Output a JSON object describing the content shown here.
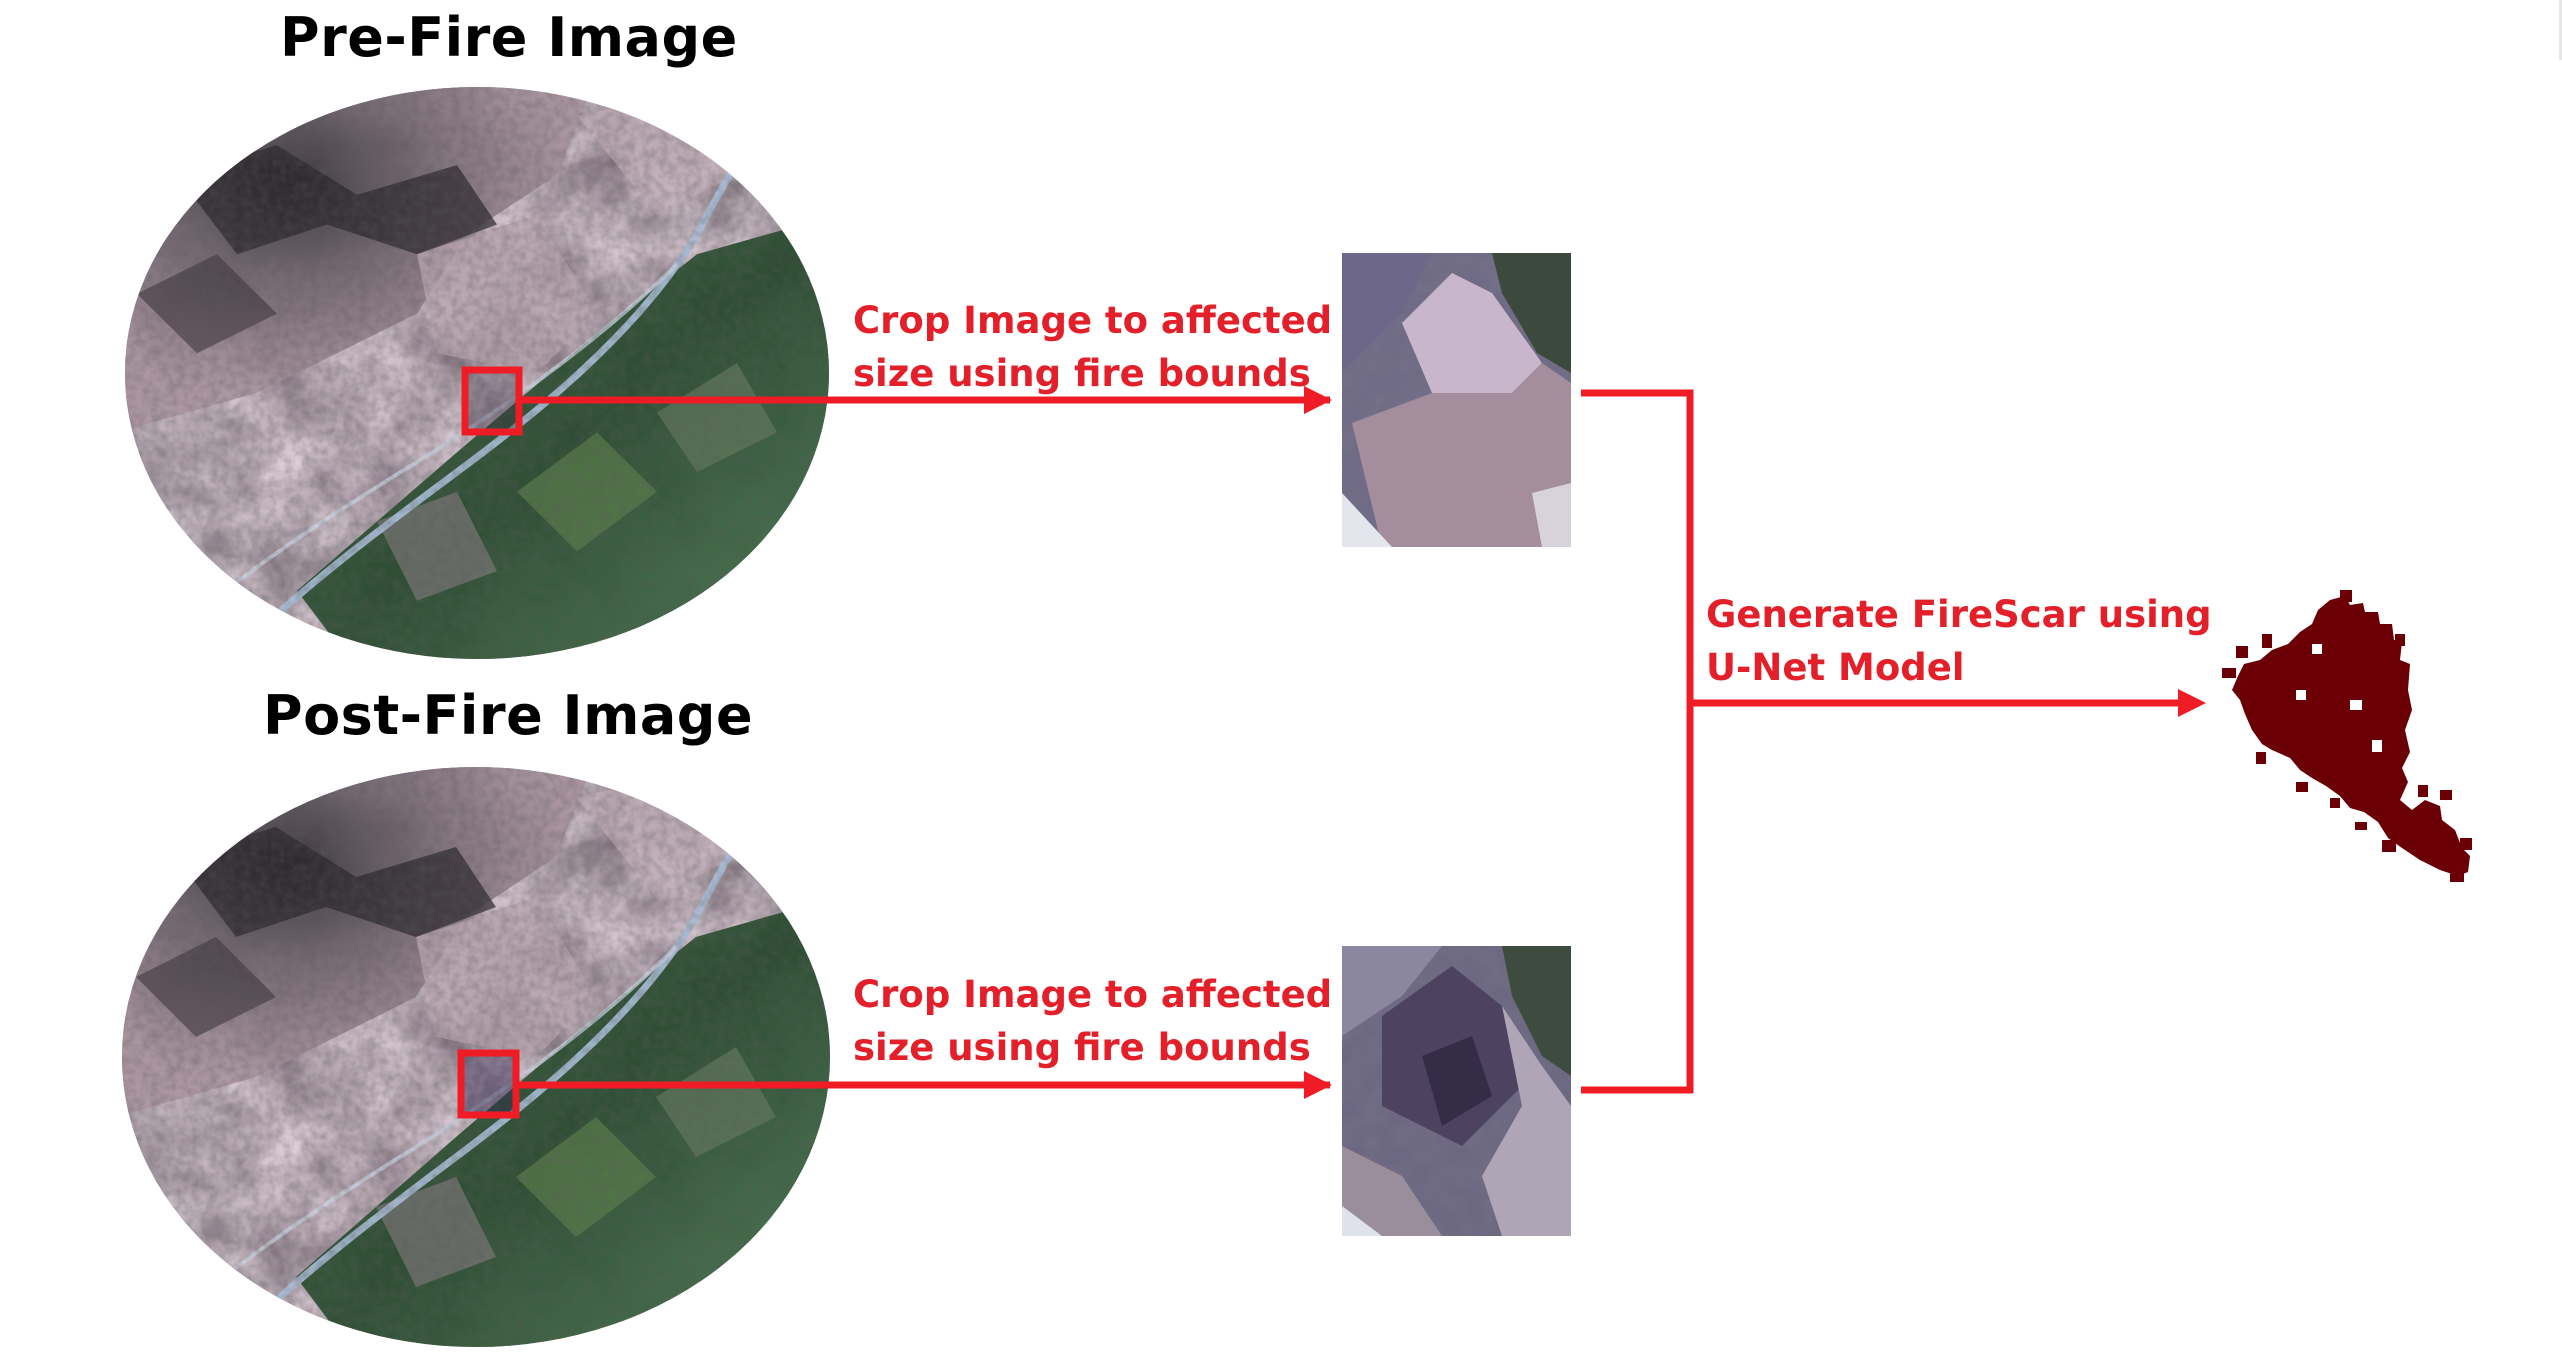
{
  "pre_fire": {
    "title": "Pre-Fire Image",
    "crop_label_line1": "Crop Image to affected",
    "crop_label_line2": "size using fire bounds"
  },
  "post_fire": {
    "title": "Post-Fire Image",
    "crop_label_line1": "Crop Image to affected",
    "crop_label_line2": "size using fire bounds"
  },
  "model_step": {
    "label_line1": "Generate FireScar using",
    "label_line2": "U-Net Model"
  },
  "colors": {
    "arrow": "#ef1c25",
    "label_text": "#e3202a",
    "title_text": "#000000",
    "firescar": "#6a0006",
    "terrain_light": "#b9a4ae",
    "terrain_dark": "#3a353a",
    "vegetation": "#2e5a33",
    "river": "#9fb4cf"
  }
}
